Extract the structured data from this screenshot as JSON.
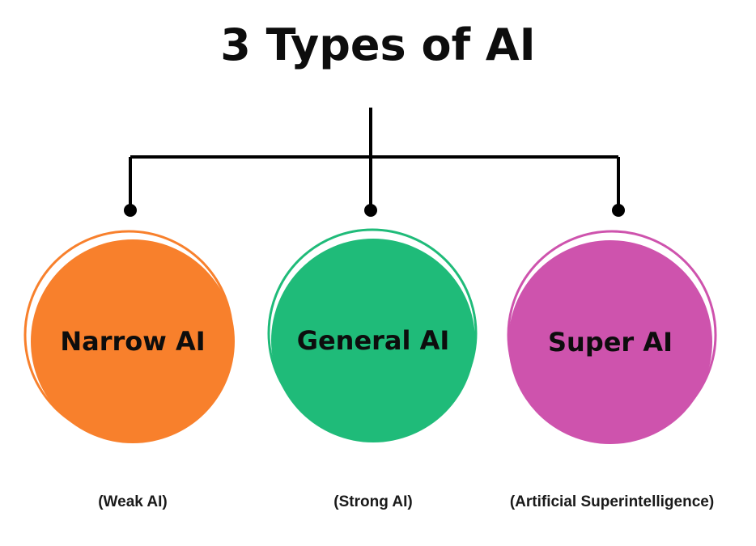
{
  "title": "3 Types of AI",
  "connector": {
    "color": "#000000"
  },
  "nodes": [
    {
      "label": "Narrow AI",
      "sublabel": "(Weak AI)",
      "color": "#F8802C"
    },
    {
      "label": "General AI",
      "sublabel": "(Strong AI)",
      "color": "#1FBB79"
    },
    {
      "label": "Super AI",
      "sublabel": "(Artificial Superintelligence)",
      "color": "#CE53AD"
    }
  ],
  "background_color": "#FFFFFF",
  "text_color": "#0D0D0D"
}
